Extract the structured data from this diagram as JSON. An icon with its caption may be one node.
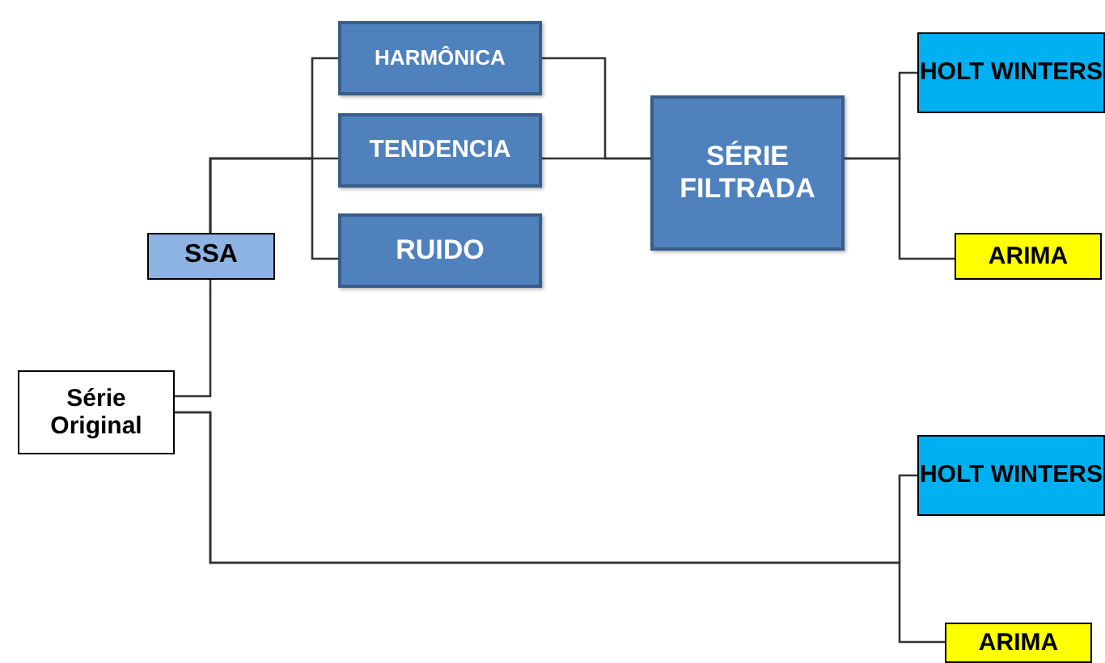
{
  "diagram": {
    "nodes": [
      {
        "text": [
          "Série Original"
        ]
      },
      {
        "text": [
          "SSA"
        ]
      },
      {
        "text": [
          "HARMÔNICA"
        ]
      },
      {
        "text": [
          "TENDENCIA"
        ]
      },
      {
        "text": [
          "RUIDO"
        ]
      },
      {
        "text": [
          "SÉRIE FILTRADA"
        ]
      },
      {
        "text": [
          "HOLT WINTERS"
        ]
      },
      {
        "text": [
          "ARIMA"
        ]
      },
      {
        "text": [
          "HOLT WINTERS"
        ]
      },
      {
        "text": [
          "ARIMA"
        ]
      }
    ],
    "edges": [
      {
        "from": 0,
        "to": 1,
        "arrow": "none"
      },
      {
        "from": 1,
        "to": 2,
        "arrow": "none"
      },
      {
        "from": 1,
        "to": 3,
        "arrow": "none"
      },
      {
        "from": 1,
        "to": 4,
        "arrow": "none"
      },
      {
        "from": 2,
        "to": 5,
        "arrow": "none"
      },
      {
        "from": 3,
        "to": 5,
        "arrow": "none"
      },
      {
        "from": 5,
        "to": 6,
        "arrow": "none"
      },
      {
        "from": 5,
        "to": 7,
        "arrow": "none"
      },
      {
        "from": 0,
        "to": 8,
        "arrow": "none"
      },
      {
        "from": 0,
        "to": 9,
        "arrow": "none"
      }
    ]
  }
}
